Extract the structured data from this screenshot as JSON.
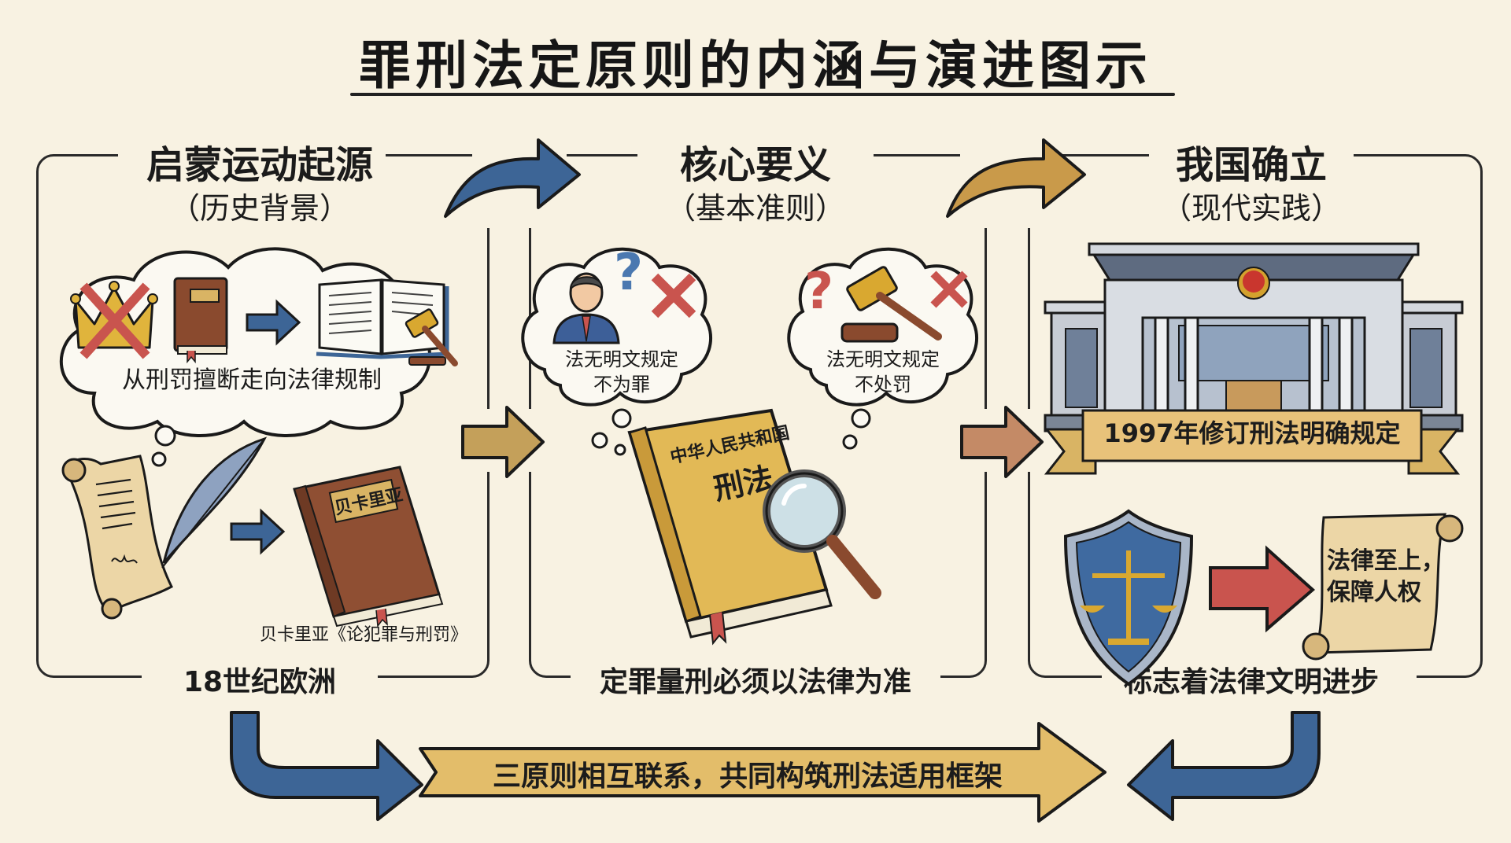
{
  "title": "罪刑法定原则的内涵与演进图示",
  "colors": {
    "background": "#f8f2e2",
    "ink": "#1c1c1c",
    "blue": "#3d6596",
    "gold": "#d9b464",
    "ochre": "#c49a4e",
    "terracotta": "#c48a66",
    "red": "#c9544e",
    "brown": "#8a4a2e"
  },
  "sections": [
    {
      "title": "启蒙运动起源",
      "subtitle": "（历史背景）",
      "thought_caption": "从刑罚擅断走向法律规制",
      "book_label": "贝卡里亚",
      "book_caption": "贝卡里亚《论犯罪与刑罚》",
      "footer": "18世纪欧洲"
    },
    {
      "title": "核心要义",
      "subtitle": "（基本准则）",
      "bubble_left": [
        "法无明文规定",
        "不为罪"
      ],
      "bubble_right": [
        "法无明文规定",
        "不处罚"
      ],
      "book_label_line1": "中华人民共和国",
      "book_label_line2": "刑法",
      "footer": "定罪量刑必须以法律为准"
    },
    {
      "title": "我国确立",
      "subtitle": "（现代实践）",
      "banner": "1997年修订刑法明确规定",
      "scroll_text": [
        "法律至上，",
        "保障人权"
      ],
      "footer": "标志着法律文明进步"
    }
  ],
  "bottom_banner": "三原则相互联系，共同构筑刑法适用框架",
  "icons": {
    "crown": "crown-crossed-icon",
    "book": "book-icon",
    "open_book": "open-law-book-icon",
    "gavel": "gavel-icon",
    "scroll": "scroll-icon",
    "quill": "quill-icon",
    "person": "person-icon",
    "question": "question-mark-icon",
    "cross": "red-cross-icon",
    "magnifier": "magnifying-glass-icon",
    "court": "courthouse-icon",
    "emblem": "national-emblem-icon",
    "shield": "shield-scales-icon"
  }
}
